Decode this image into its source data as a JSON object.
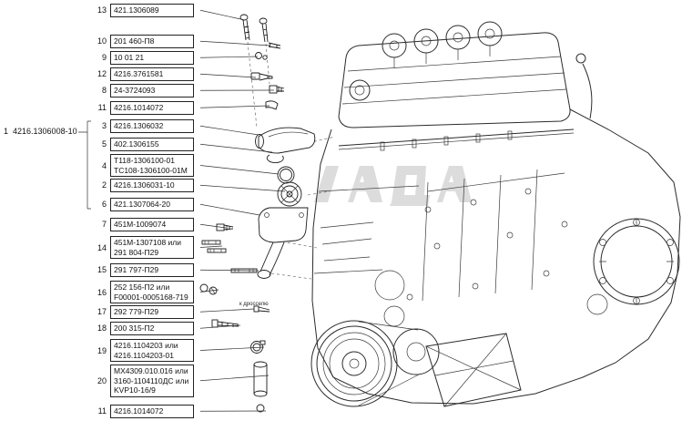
{
  "page": {
    "background": "#ffffff",
    "line_color": "#2b2b2b",
    "watermark_color": "#c9c9c9"
  },
  "assembly": {
    "item": "1",
    "code": "4216.1306008-10"
  },
  "parts_table": {
    "rows": [
      {
        "item": "13",
        "codes": [
          "421.1306089"
        ]
      },
      {
        "item": "10",
        "codes": [
          "201 460-П8"
        ]
      },
      {
        "item": "9",
        "codes": [
          "10 01 21"
        ]
      },
      {
        "item": "12",
        "codes": [
          "4216.3761581"
        ]
      },
      {
        "item": "8",
        "codes": [
          "24-3724093"
        ]
      },
      {
        "item": "11",
        "codes": [
          "4216.1014072"
        ]
      },
      {
        "item": "3",
        "codes": [
          "4216.1306032"
        ]
      },
      {
        "item": "5",
        "codes": [
          "402.1306155"
        ]
      },
      {
        "item": "4",
        "codes": [
          "Т118-1306100-01",
          "ТС108-1306100-01М"
        ]
      },
      {
        "item": "2",
        "codes": [
          "4216.1306031-10"
        ]
      },
      {
        "item": "6",
        "codes": [
          "421.1307064-20"
        ]
      },
      {
        "item": "7",
        "codes": [
          "451М-1009074"
        ]
      },
      {
        "item": "14",
        "codes": [
          "451М-1307108 или",
          "291 804-П29"
        ]
      },
      {
        "item": "15",
        "codes": [
          "291 797-П29"
        ]
      },
      {
        "item": "16",
        "codes": [
          "252 156-П2 или",
          "F00001-0005168-719"
        ]
      },
      {
        "item": "17",
        "codes": [
          "292 779-П29"
        ]
      },
      {
        "item": "18",
        "codes": [
          "200 315-П2"
        ]
      },
      {
        "item": "19",
        "codes": [
          "4216.1104203 или",
          "4216.1104203-01"
        ]
      },
      {
        "item": "20",
        "codes": [
          "МХ4309.010.016 или",
          "3160-1104110ДС или",
          "KVP10-16/9"
        ]
      },
      {
        "item": "11",
        "codes": [
          "4216.1014072"
        ]
      }
    ]
  },
  "annotations": {
    "throttle_note": "к дросселю"
  }
}
